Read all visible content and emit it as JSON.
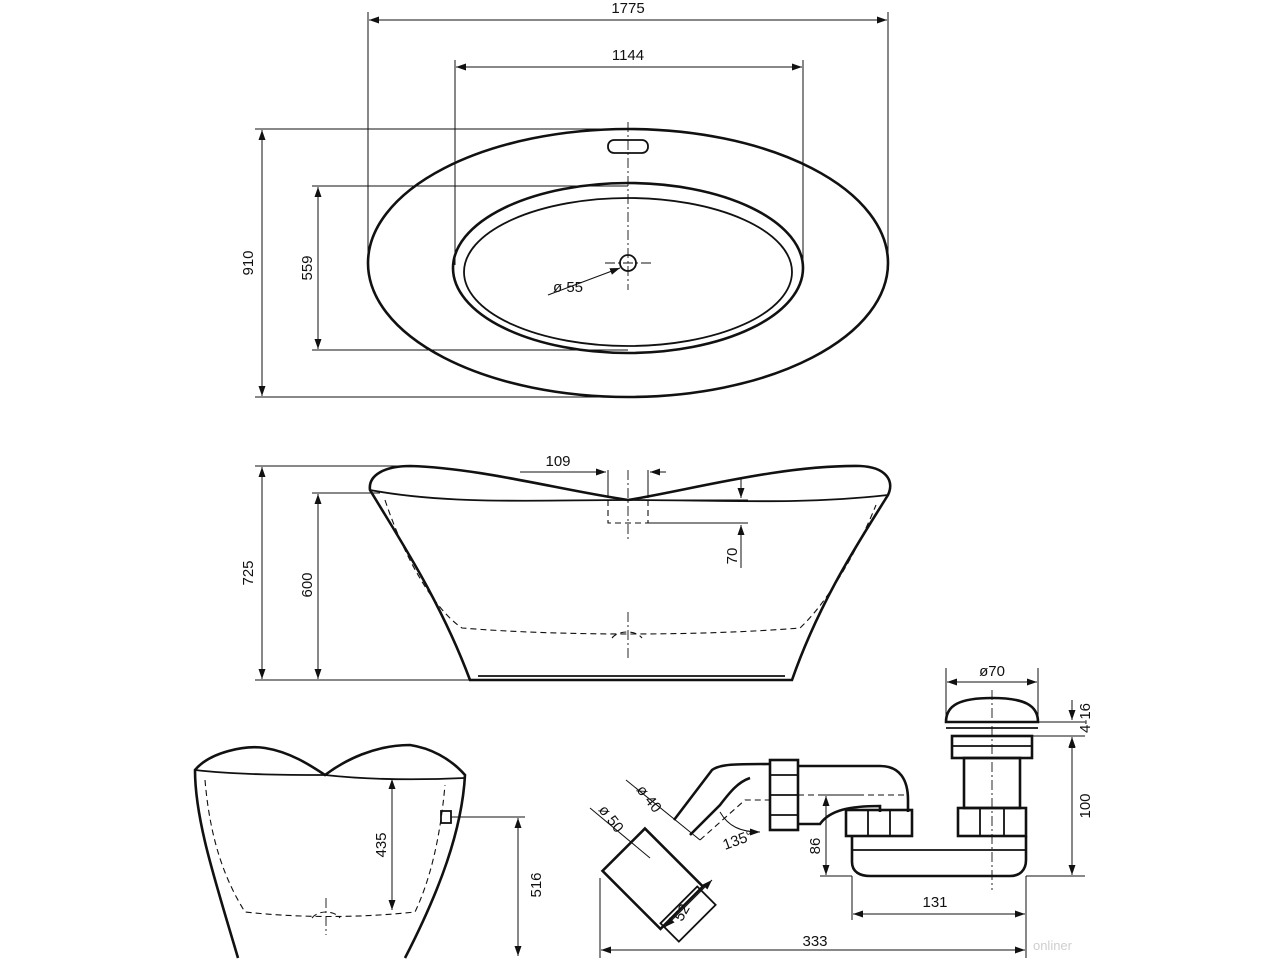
{
  "top_view": {
    "overall_length": "1775",
    "inner_length": "1144",
    "overall_width": "910",
    "inner_width": "559",
    "drain_diameter": "ø 55"
  },
  "side_view": {
    "overflow_width": "109",
    "overflow_depth": "70",
    "total_height": "725",
    "inner_depth": "600"
  },
  "end_view": {
    "inner_depth": "435",
    "overflow_height": "516"
  },
  "siphon": {
    "cap_diameter": "ø70",
    "cap_adjust": "4-16",
    "drain_height": "100",
    "inner_pipe_diameter": "ø 40",
    "outer_pipe_diameter": "ø 50",
    "bend_angle": "135°",
    "trap_height": "86",
    "outlet_length": "52",
    "trap_length": "131",
    "overall_length": "333"
  },
  "watermark": "onliner"
}
